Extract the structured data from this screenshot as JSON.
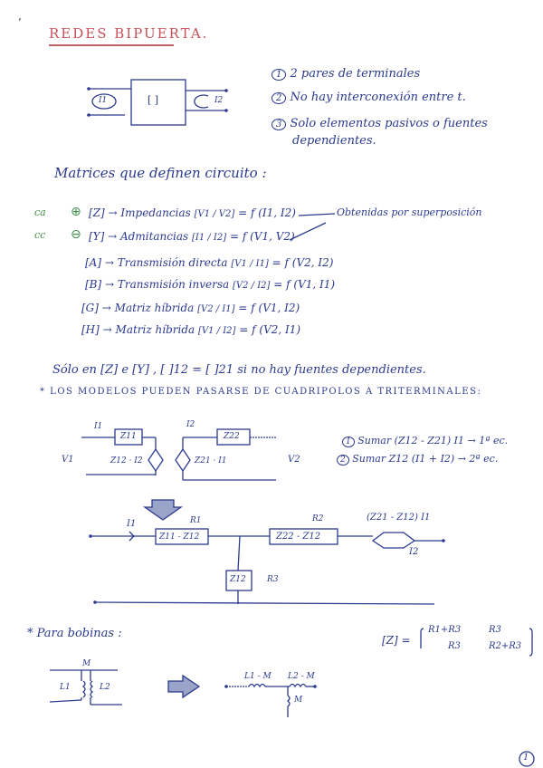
{
  "page": {
    "title": "REDES BIPUERTA.",
    "page_number": "1"
  },
  "intro_diagram": {
    "box_label": "[ ]",
    "port1_current": "I1",
    "port2_current": "I2"
  },
  "conditions": [
    {
      "num": "1",
      "text": "2 pares de terminales"
    },
    {
      "num": "2",
      "text": "No hay interconexión entre t."
    },
    {
      "num": "3",
      "text": "Solo elementos pasivos o fuentes"
    },
    {
      "num": "",
      "text": "dependientes."
    }
  ],
  "matrices": {
    "heading": "Matrices que definen circuito :",
    "side_notes": [
      "ca",
      "cc"
    ],
    "rows": [
      {
        "matrix": "[Z]",
        "name": "Impedancias",
        "vector": "[V1 / V2]",
        "func": "= f (I1, I2)"
      },
      {
        "matrix": "[Y]",
        "name": "Admitancias",
        "vector": "[I1 / I2]",
        "func": "= f (V1, V2)"
      },
      {
        "matrix": "[A]",
        "name": "Transmisión directa",
        "vector": "[V1 / I1]",
        "func": "= f (V2, I2)"
      },
      {
        "matrix": "[B]",
        "name": "Transmisión inversa",
        "vector": "[V2 / I2]",
        "func": "= f (V1, I1)"
      },
      {
        "matrix": "[G]",
        "name": "Matriz híbrida",
        "vector": "[V2 / I1]",
        "func": "= f (V1, I2)"
      },
      {
        "matrix": "[H]",
        "name": "Matriz híbrida",
        "vector": "[V1 / I2]",
        "func": "= f (V2, I1)"
      }
    ],
    "arrow": "→",
    "superposition_note": "Obtenidas por superposición"
  },
  "reciprocity_note": "Sólo en [Z] e [Y] , [ ]12 = [ ]21 si no hay fuentes dependientes.",
  "models_note": "* LOS MODELOS PUEDEN PASARSE DE CUADRIPOLOS A TRITERMINALES:",
  "quadripole": {
    "i1": "I1",
    "i2": "I2",
    "z11": "Z11",
    "z22": "Z22",
    "src1": "Z12 · I2",
    "src2": "Z21 · I1",
    "v1": "V1",
    "v2": "V2"
  },
  "steps": [
    {
      "num": "1",
      "text": "Sumar  (Z12 - Z21) I1 → 1ª ec."
    },
    {
      "num": "2",
      "text": "Sumar  Z12 (I1 + I2) → 2ª ec."
    }
  ],
  "tee": {
    "i1": "I1",
    "i2": "I2",
    "r1_label": "R1",
    "r1_value": "Z11 - Z12",
    "r2_label": "R2",
    "r2_value": "Z22 - Z12",
    "r3_label": "R3",
    "r3_value": "Z12",
    "source": "(Z21 - Z12) I1"
  },
  "coils": {
    "heading": "* Para bobinas :",
    "m": "M",
    "l1": "L1",
    "l2": "L2",
    "tee_l1": "L1 - M",
    "tee_l2": "L2 - M",
    "tee_m": "M"
  },
  "z_matrix": {
    "label": "[Z] =",
    "a11": "R1+R3",
    "a12": "R3",
    "a21": "R3",
    "a22": "R2+R3"
  },
  "colors": {
    "ink": "#2b3a8e",
    "title": "#c8505a",
    "green": "#3f8f4a"
  }
}
